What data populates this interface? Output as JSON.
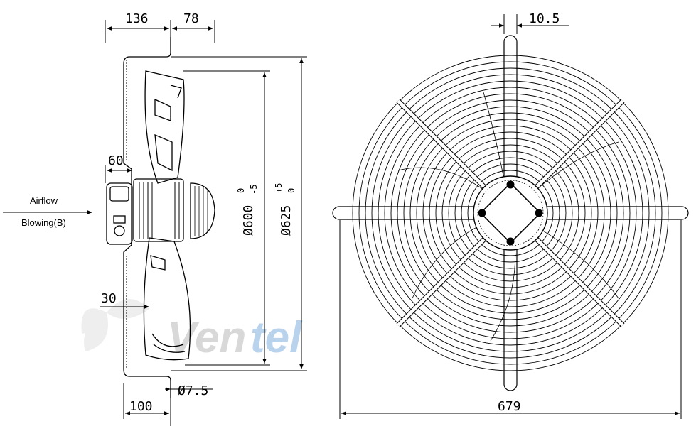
{
  "dimensions": {
    "top_left_a": "136",
    "top_left_b": "78",
    "hub_length": "60",
    "inner_dia": "Ø600",
    "inner_dia_tol_upper": "0",
    "inner_dia_tol_lower": "-5",
    "outer_dia": "Ø625",
    "outer_dia_tol_upper": "+5",
    "outer_dia_tol_lower": "0",
    "blade_offset": "30",
    "mount_hole": "Ø7.5",
    "bottom_depth": "100",
    "rod_width": "10.5",
    "overall_width": "679"
  },
  "labels": {
    "airflow": "Airflow",
    "blowing": "Blowing(B)"
  },
  "watermark": {
    "text_a": "Ven",
    "text_b": "tel",
    "color_a": "#d8d8d8",
    "color_b": "#b9d3ec"
  },
  "colors": {
    "line": "#000000",
    "thin": "#333333",
    "background": "#ffffff"
  }
}
